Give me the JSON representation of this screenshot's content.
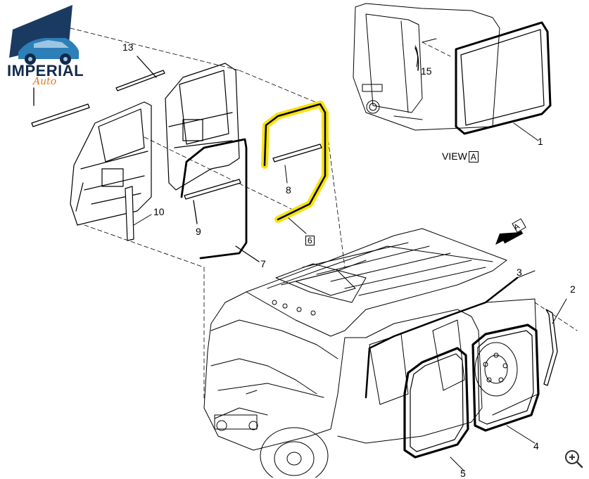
{
  "brand": {
    "name": "IMPERIAL",
    "script": "Auto",
    "colors": {
      "navy": "#122a4a",
      "orange": "#e07a1a",
      "highlight": "#f5e200"
    }
  },
  "callouts": {
    "c1": "1",
    "c2": "2",
    "c3": "3",
    "c4": "4",
    "c5": "5",
    "c6": "6",
    "c7": "7",
    "c8": "8",
    "c9": "9",
    "c10": "10",
    "c13": "13",
    "c15": "15"
  },
  "view_label": {
    "text": "VIEW",
    "box": "A"
  },
  "arrow_label": "A",
  "toolbar": {
    "zoom_icon": "zoom-in-icon"
  }
}
